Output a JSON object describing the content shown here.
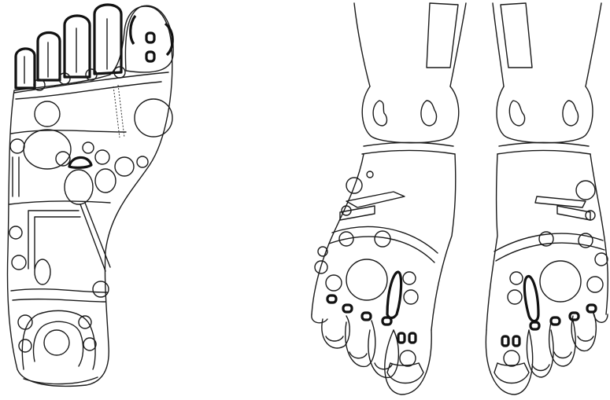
{
  "figure": {
    "colors": {
      "background": "#ffffff",
      "line": "#1a1a1a"
    },
    "panels": [
      {
        "id": "left-sole",
        "view": "sole"
      },
      {
        "id": "right-dorsal-pair",
        "view": "top-of-feet"
      }
    ]
  }
}
